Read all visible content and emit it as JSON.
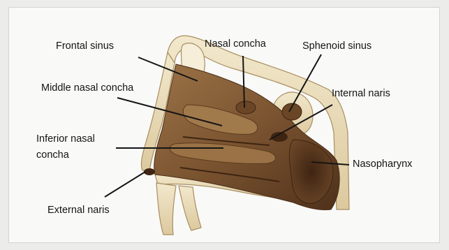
{
  "labels": {
    "frontal_sinus": "Frontal sinus",
    "nasal_concha": "Nasal concha",
    "sphenoid_sinus": "Sphenoid sinus",
    "middle_nasal_concha": "Middle nasal concha",
    "internal_naris": "Internal naris",
    "inferior_nasal_concha_line1": "Inferior nasal",
    "inferior_nasal_concha_line2": "concha",
    "nasopharynx": "Nasopharynx",
    "external_naris": "External naris"
  },
  "colors": {
    "tissue_dark": "#5e3b21",
    "tissue_mid": "#8b6137",
    "tissue_light": "#b48c5e",
    "bone": "#eadcb6",
    "bone_edge": "#a78e60",
    "leader_line": "#151515"
  }
}
